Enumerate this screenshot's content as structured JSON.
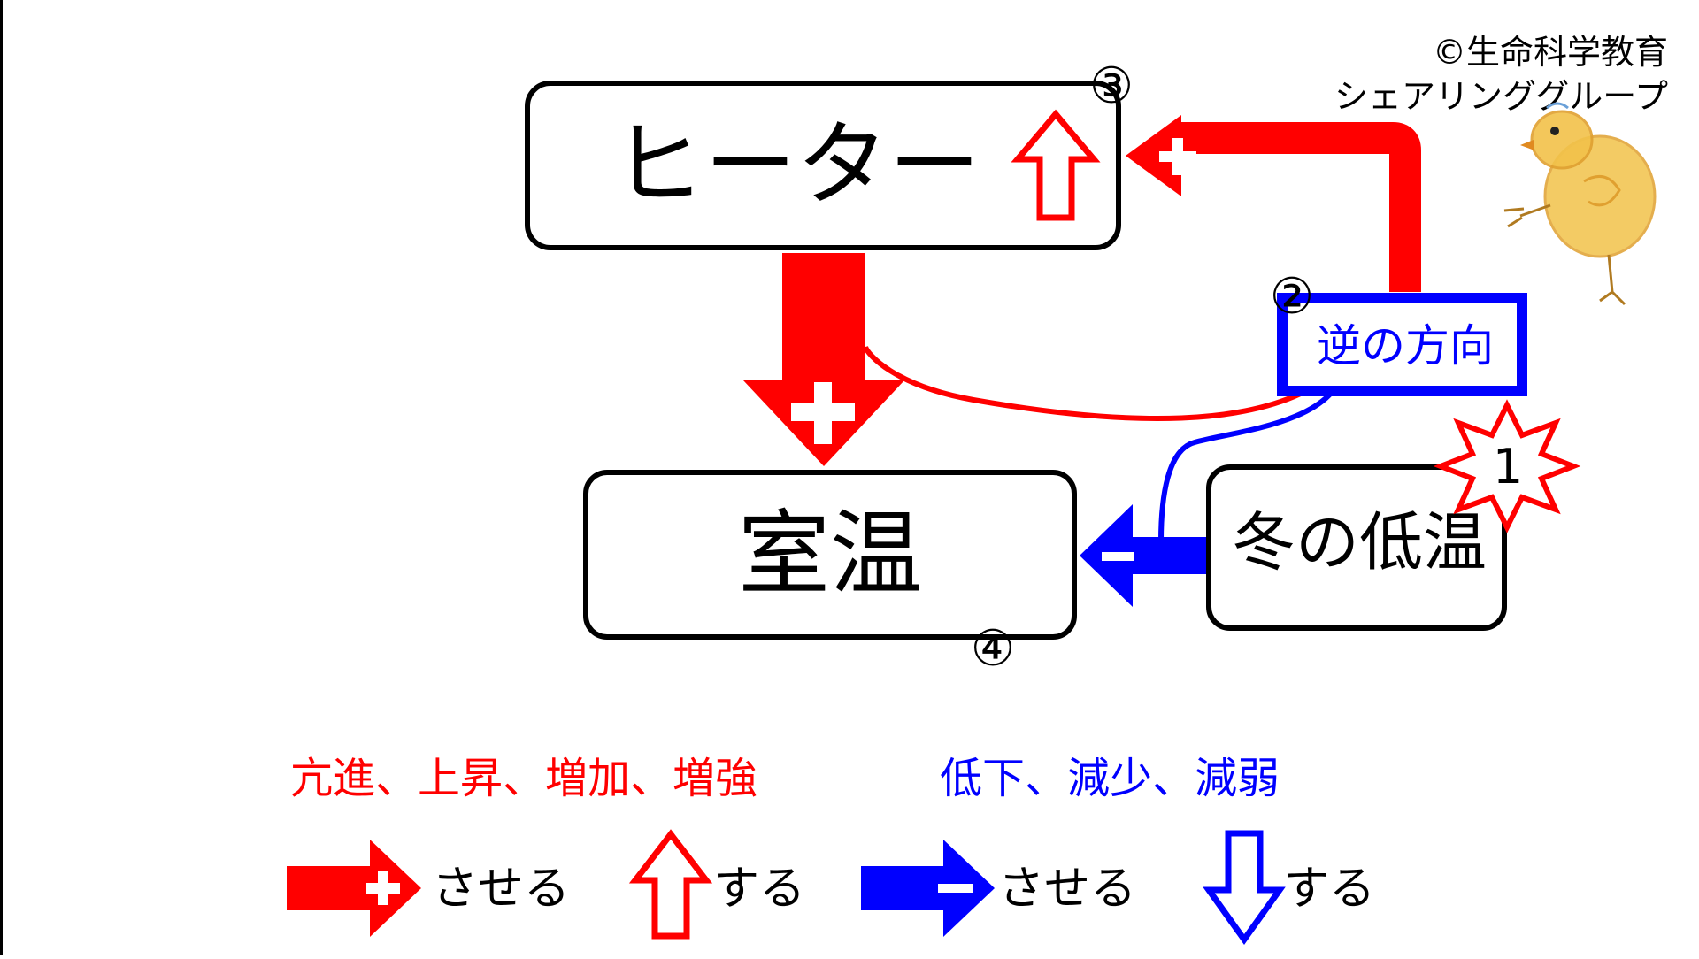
{
  "copyright": {
    "line1": "©生命科学教育",
    "line2": "シェアリンググループ"
  },
  "nodes": {
    "heater": "ヒーター",
    "room_temp": "室温",
    "winter_low_temp": "冬の低温",
    "reverse_direction": "逆の方向"
  },
  "step_numbers": {
    "heater": "③",
    "reverse": "②",
    "room": "④",
    "winter": "1"
  },
  "legend": {
    "increase_terms": "亢進、上昇、増加、増強",
    "decrease_terms": "低下、減少、減弱",
    "promote_label": "させる",
    "rise_label": "する",
    "inhibit_label": "させる",
    "fall_label": "する"
  },
  "colors": {
    "positive": "#ff0000",
    "negative": "#0000ff",
    "box_border": "#000000",
    "chick_body": "#f2c24a"
  }
}
